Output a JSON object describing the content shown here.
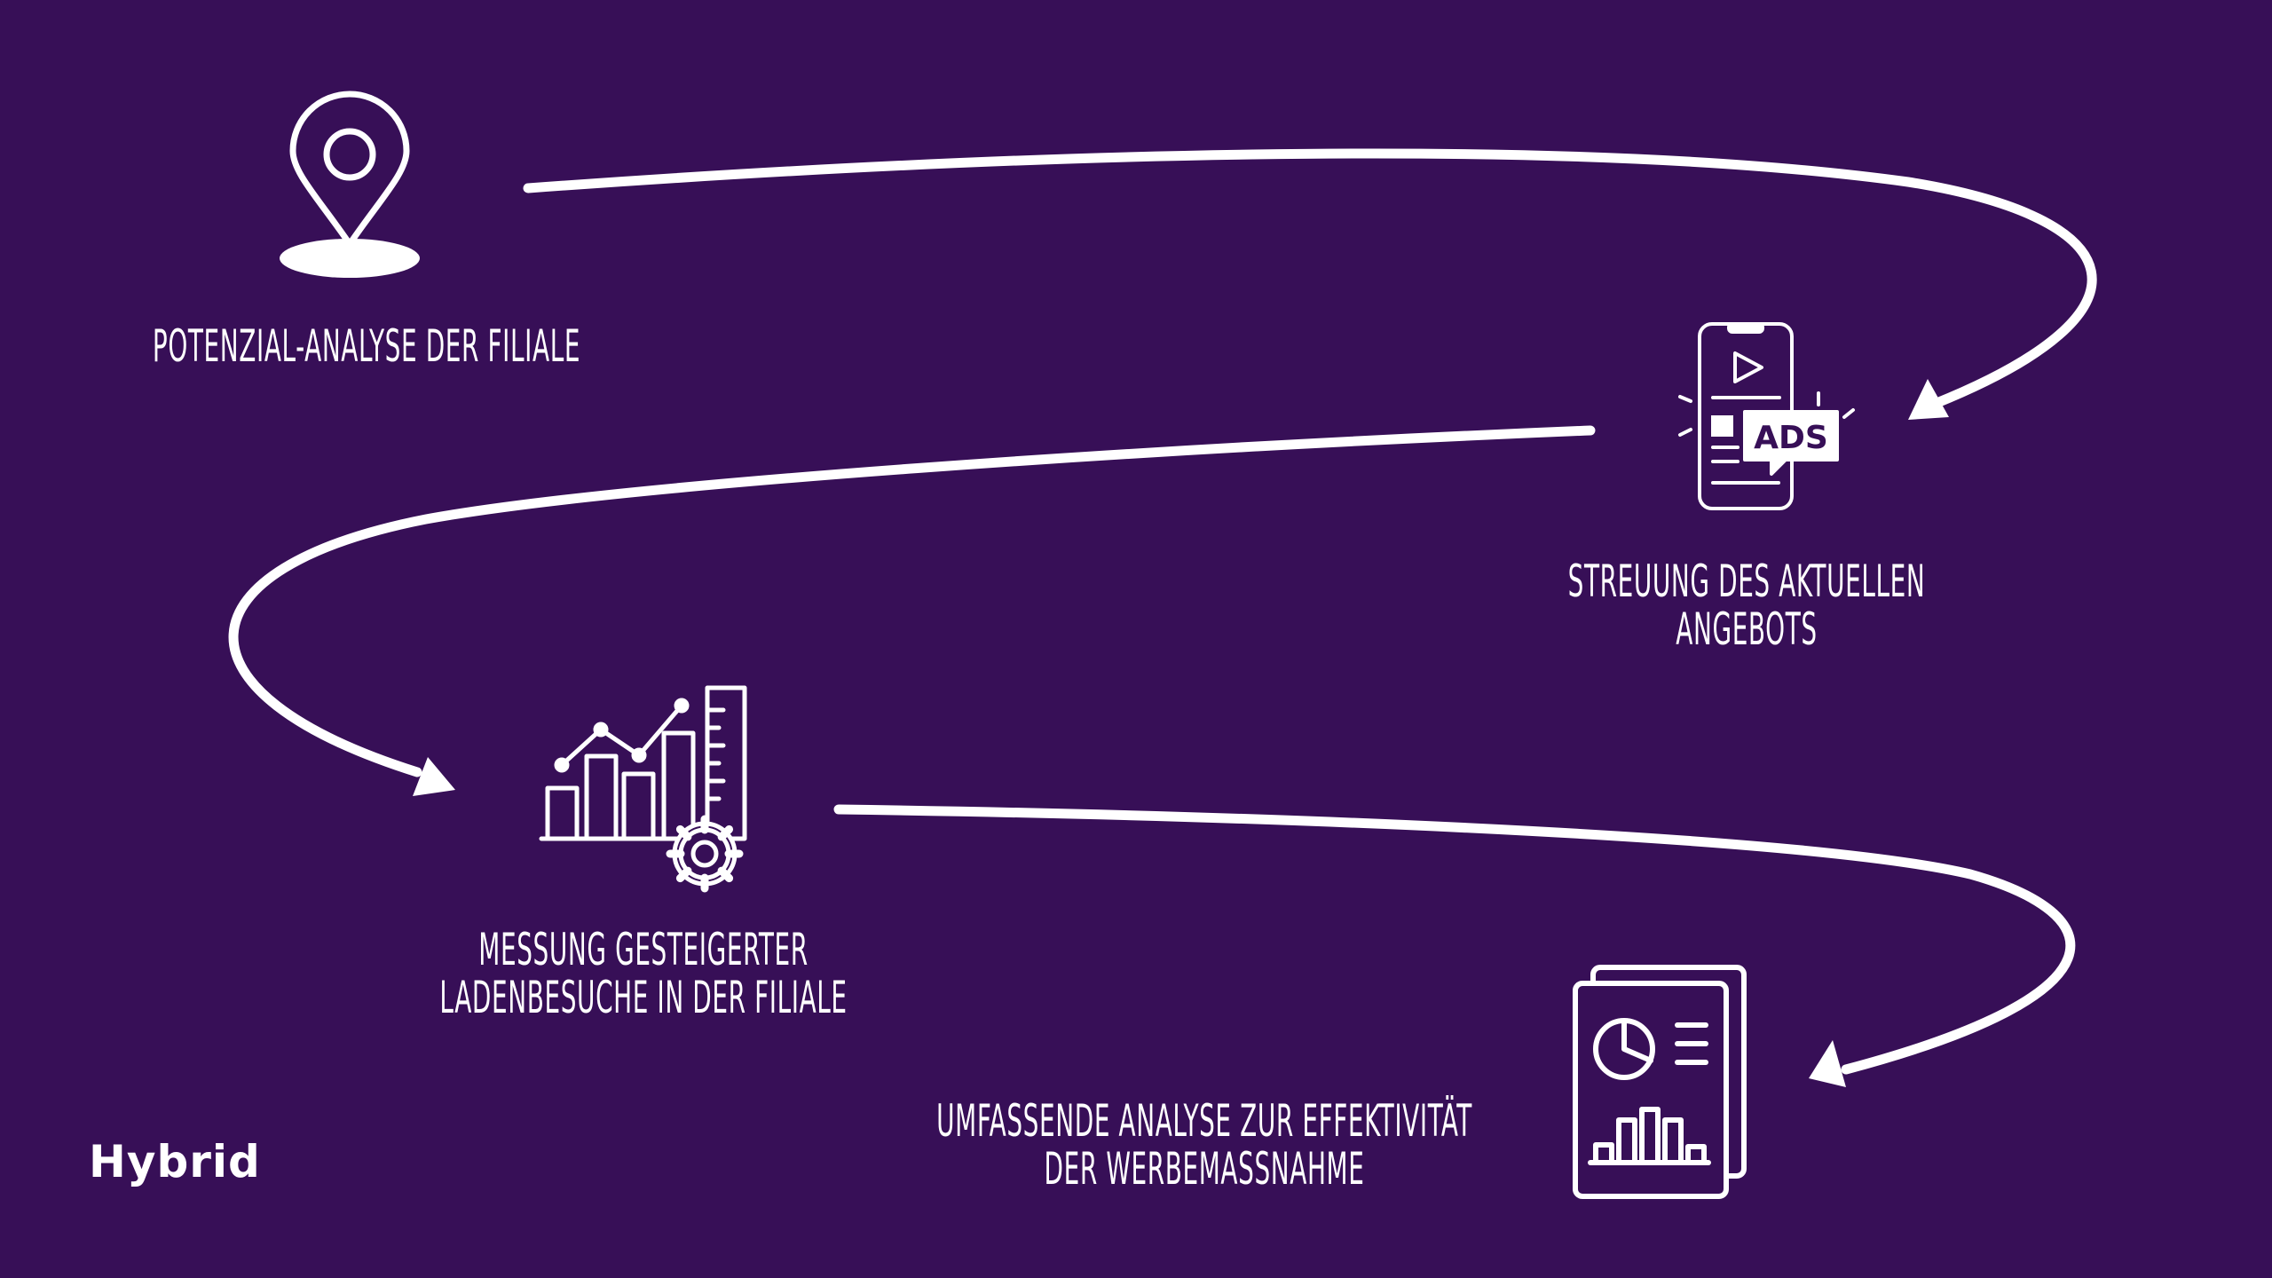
{
  "colors": {
    "background": "#370f57",
    "foreground": "#ffffff"
  },
  "steps": [
    {
      "label": "POTENZIAL-ANALYSE DER FILIALE",
      "icon": "map-pin-icon"
    },
    {
      "label_lines": [
        "STREUUNG DES AKTUELLEN",
        "ANGEBOTS"
      ],
      "icon": "smartphone-ads-icon",
      "icon_text": "ADS"
    },
    {
      "label_lines": [
        "MESSUNG GESTEIGERTER",
        "LADENBESUCHE IN DER FILIALE"
      ],
      "icon": "growth-chart-gear-icon"
    },
    {
      "label_lines": [
        "UMFASSENDE ANALYSE ZUR EFFEKTIVITÄT",
        "DER WERBEMAßNAHME"
      ],
      "icon": "analytics-report-icon"
    }
  ],
  "brand": {
    "logo_text": "Hybrid"
  }
}
